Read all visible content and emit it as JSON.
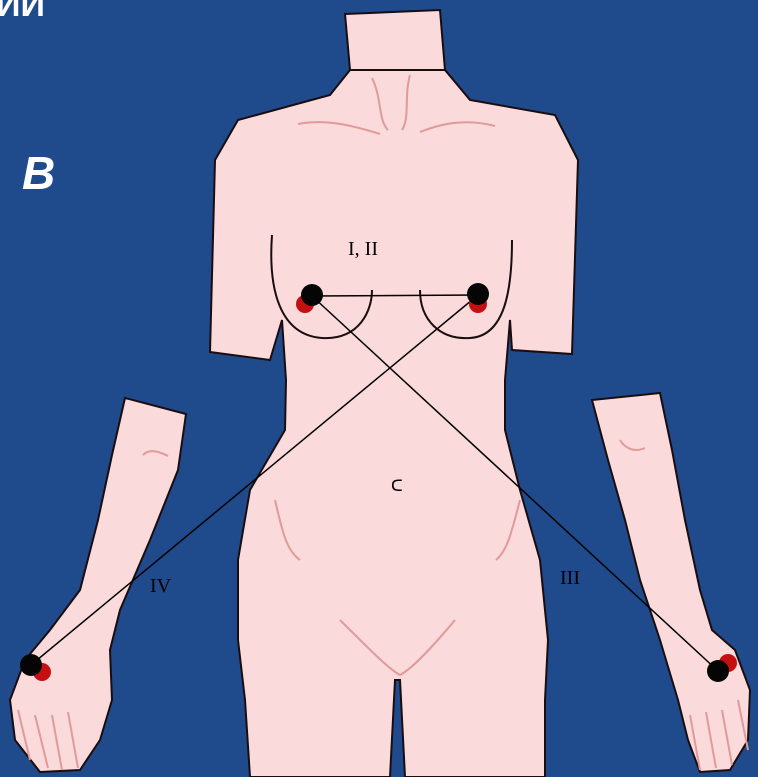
{
  "slide": {
    "heading_fragment": "ИИ",
    "panel_letter": "В"
  },
  "colors": {
    "background": "#1f4a8c",
    "skin": "#fadada",
    "outline": "#1a0d10",
    "fold": "#e09a9a",
    "electrode_black": "#050505",
    "electrode_red": "#c41010",
    "lead_wire": "#000000"
  },
  "leads": {
    "chest_label": "I, II",
    "left_label": "IV",
    "right_label": "III",
    "navel_mark": "ᑕ"
  },
  "electrodes": [
    {
      "name": "right-chest-electrode",
      "role": "chest"
    },
    {
      "name": "left-chest-electrode",
      "role": "chest"
    },
    {
      "name": "right-wrist-electrode",
      "role": "limb"
    },
    {
      "name": "left-wrist-electrode",
      "role": "limb"
    }
  ]
}
